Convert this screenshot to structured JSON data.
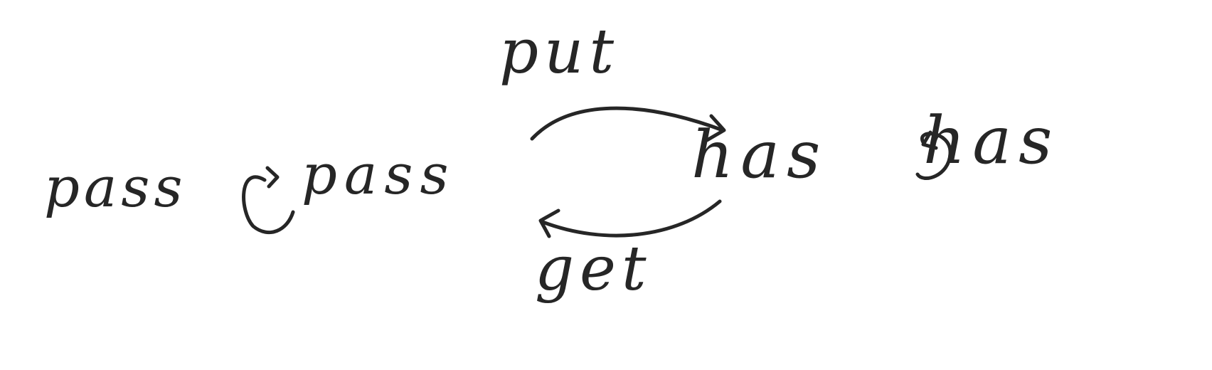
{
  "diagram": {
    "edges": {
      "top_label": "put",
      "bottom_label": "get"
    },
    "left_group": {
      "outer_label": "pass",
      "inner_label": "pass",
      "loop_icon": "clockwise-loop-arrow"
    },
    "right_group": {
      "inner_label": "has",
      "outer_label": "has",
      "loop_icon": "counterclockwise-loop-arrow"
    },
    "ink_color": "#262626",
    "background_color": "#ffffff"
  }
}
